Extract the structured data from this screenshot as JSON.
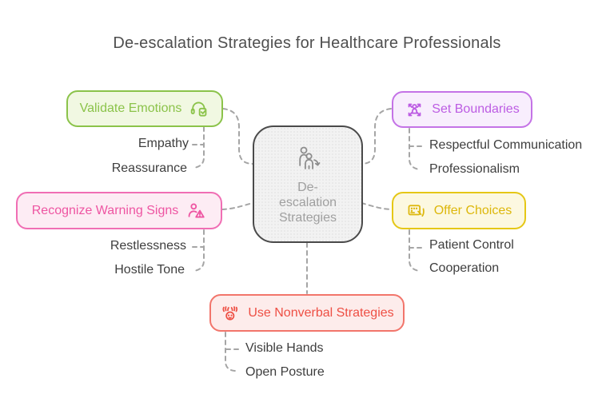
{
  "title": "De-escalation Strategies for Healthcare Professionals",
  "center": {
    "label": "De-escalation Strategies",
    "lines": [
      "De-",
      "escalation",
      "Strategies"
    ],
    "icon": "people-deescalate-icon",
    "border_color": "#4a4a4a",
    "fill_color": "#f2f2f2",
    "text_color": "#9f9f9f"
  },
  "branches": [
    {
      "id": "validate-emotions",
      "label": "Validate Emotions",
      "icon": "headset-check-icon",
      "accent": "#8bc34a",
      "background": "#f1f8e2",
      "children": [
        "Empathy",
        "Reassurance"
      ]
    },
    {
      "id": "set-boundaries",
      "label": "Set Boundaries",
      "icon": "person-expand-arrows-icon",
      "accent": "#bc5ce3",
      "background": "#f8eefd",
      "children": [
        "Respectful Communication",
        "Professionalism"
      ]
    },
    {
      "id": "recognize-warning-signs",
      "label": "Recognize Warning Signs",
      "icon": "person-warning-icon",
      "accent": "#ee55a2",
      "background": "#fdecf4",
      "children": [
        "Restlessness",
        "Hostile Tone"
      ]
    },
    {
      "id": "offer-choices",
      "label": "Offer Choices",
      "icon": "option-pad-hand-icon",
      "accent": "#ddb70b",
      "background": "#fcf8e0",
      "children": [
        "Patient Control",
        "Cooperation"
      ]
    },
    {
      "id": "use-nonverbal-strategies",
      "label": "Use Nonverbal Strategies",
      "icon": "gesture-face-icon",
      "accent": "#ee4f44",
      "background": "#fdeceb",
      "children": [
        "Visible Hands",
        "Open Posture"
      ]
    }
  ],
  "connector_color": "#a5a5a5",
  "title_color": "#4f4f4f",
  "sub_label_color": "#3e3e3e"
}
